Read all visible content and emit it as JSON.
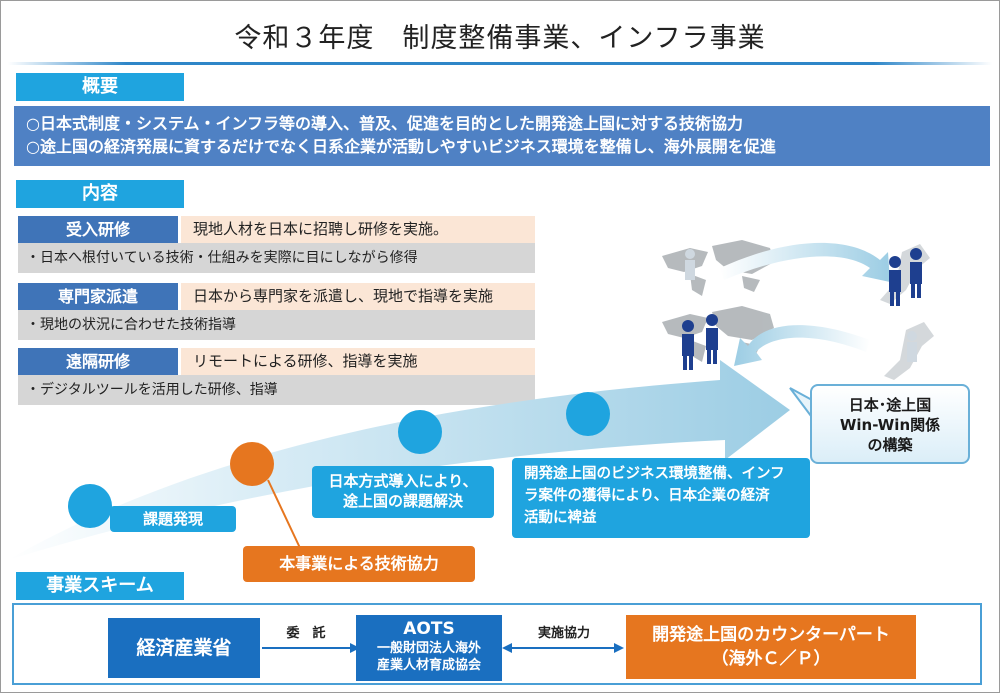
{
  "title": "令和３年度　制度整備事業、インフラ事業",
  "overview": {
    "tab": "概要",
    "lines": [
      "○日本式制度・システム・インフラ等の導入、普及、促進を目的とした開発途上国に対する技術協力",
      "○途上国の経済発展に資するだけでなく日系企業が活動しやすいビジネス環境を整備し、海外展開を促進"
    ]
  },
  "content": {
    "tab": "内容",
    "items": [
      {
        "label": "受入研修",
        "desc": "現地人材を日本に招聘し研修を実施。",
        "sub": "・日本へ根付いている技術・仕組みを実際に目にしながら修得"
      },
      {
        "label": "専門家派遣",
        "desc": "日本から専門家を派遣し、現地で指導を実施",
        "sub": "・現地の状況に合わせた技術指導"
      },
      {
        "label": "遠隔研修",
        "desc": "リモートによる研修、指導を実施",
        "sub": "・デジタルツールを活用した研修、指導"
      }
    ]
  },
  "flow": {
    "stage1": "課題発現",
    "stage2": "本事業による技術協力",
    "stage3_line1": "日本方式導入により、",
    "stage3_line2": "途上国の課題解決",
    "stage4_line1": "開発途上国のビジネス環境整備、インフ",
    "stage4_line2": "ラ案件の獲得により、日本企業の経済",
    "stage4_line3": "活動に裨益",
    "callout_line1": "日本･途上国",
    "callout_line2": "Win-Win関係",
    "callout_line3": "の構築"
  },
  "scheme": {
    "tab": "事業スキーム",
    "meti": "経済産業省",
    "label_left": "委　託",
    "aots_title": "AOTS",
    "aots_line1": "一般財団法人海外",
    "aots_line2": "産業人材育成協会",
    "label_right": "実施協力",
    "partner_line1": "開発途上国のカウンターパート",
    "partner_line2": "（海外Ｃ／Ｐ）"
  },
  "colors": {
    "accent_blue": "#1fa4df",
    "dark_blue": "#3f74b8",
    "overview_blue": "#4f81c4",
    "orange": "#e6761f",
    "scheme_blue": "#1a6fc0",
    "arrow_light": "#a6d3e8"
  },
  "icons": [
    "world-map-icon",
    "japan-map-icon",
    "business-people-icon"
  ]
}
